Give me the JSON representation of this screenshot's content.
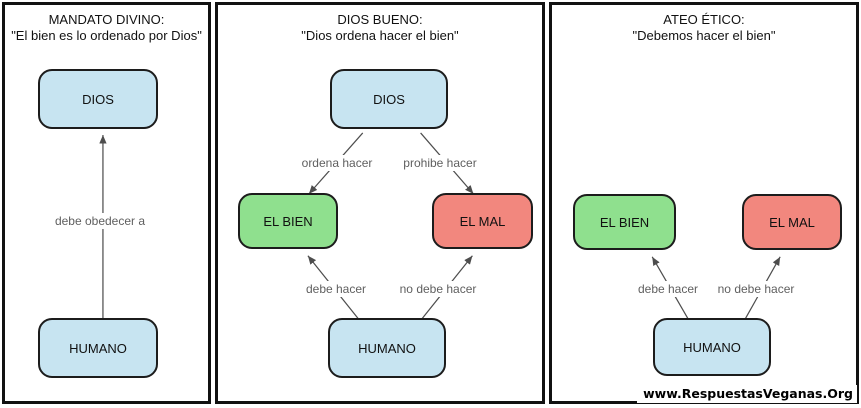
{
  "panels": [
    {
      "title": "MANDATO DIVINO:",
      "subtitle": "\"El bien es lo ordenado por Dios\"",
      "nodes": {
        "dios": "DIOS",
        "humano": "HUMANO"
      },
      "edges": {
        "obedecer": "debe obedecer a"
      }
    },
    {
      "title": "DIOS BUENO:",
      "subtitle": "\"Dios ordena hacer el bien\"",
      "nodes": {
        "dios": "DIOS",
        "bien": "EL BIEN",
        "mal": "EL MAL",
        "humano": "HUMANO"
      },
      "edges": {
        "ordena": "ordena hacer",
        "prohibe": "prohibe hacer",
        "debe": "debe hacer",
        "no_debe": "no debe hacer"
      }
    },
    {
      "title": "ATEO ÉTICO:",
      "subtitle": "\"Debemos hacer el bien\"",
      "nodes": {
        "bien": "EL BIEN",
        "mal": "EL MAL",
        "humano": "HUMANO"
      },
      "edges": {
        "debe": "debe hacer",
        "no_debe": "no debe hacer"
      }
    }
  ],
  "watermark": "www.RespuestasVeganas.Org",
  "colors": {
    "node_blue": "#c7e4f1",
    "node_green": "#8fe08e",
    "node_red": "#f2877e",
    "node_border": "#1c1c1c",
    "edge_color": "#4d4d4d",
    "edge_label_color": "#5f5f5f"
  }
}
